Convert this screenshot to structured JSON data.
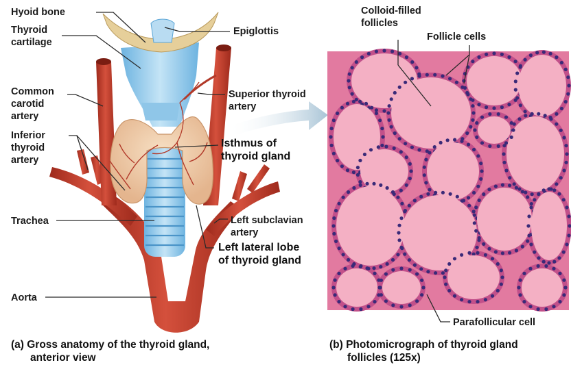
{
  "labels": {
    "hyoid_bone": "Hyoid bone",
    "thyroid_cartilage_1": "Thyroid",
    "thyroid_cartilage_2": "cartilage",
    "epiglottis": "Epiglottis",
    "common_carotid_1": "Common",
    "common_carotid_2": "carotid",
    "common_carotid_3": "artery",
    "superior_thyroid_1": "Superior thyroid",
    "superior_thyroid_2": "artery",
    "inferior_thyroid_1": "Inferior",
    "inferior_thyroid_2": "thyroid",
    "inferior_thyroid_3": "artery",
    "isthmus_1": "Isthmus of",
    "isthmus_2": "thyroid gland",
    "trachea": "Trachea",
    "left_subclavian_1": "Left subclavian",
    "left_subclavian_2": "artery",
    "left_lateral_lobe_1": "Left lateral lobe",
    "left_lateral_lobe_2": "of thyroid gland",
    "aorta": "Aorta",
    "colloid_follicles_1": "Colloid-filled",
    "colloid_follicles_2": "follicles",
    "follicle_cells": "Follicle cells",
    "parafollicular_cell": "Parafollicular cell"
  },
  "captions": {
    "a_line1": "(a) Gross anatomy of the thyroid gland,",
    "a_line2": "anterior view",
    "b_line1": "(b) Photomicrograph of thyroid gland",
    "b_line2": "follicles (125x)"
  },
  "colors": {
    "artery": "#c8402f",
    "artery_dark": "#8e2418",
    "cartilage": "#9fd0ee",
    "cartilage_dark": "#5aa5d6",
    "bone": "#e6cf9a",
    "thyroid": "#f2d4b4",
    "tissue_bg": "#e87aa0",
    "colloid": "#f4b0c4",
    "nuclei": "#3a2a78"
  }
}
